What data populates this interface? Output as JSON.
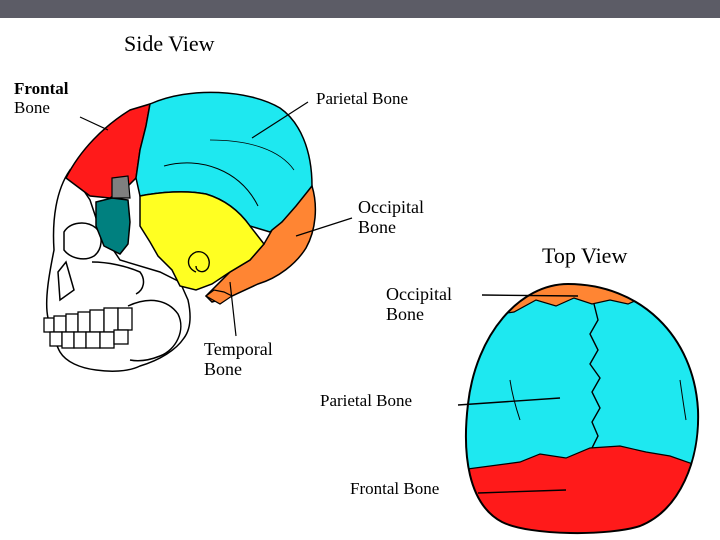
{
  "colors": {
    "frontal": "#ff1a1a",
    "parietal": "#1ee8f0",
    "occipital": "#ff8533",
    "temporal": "#ffff22",
    "sphenoid": "#00807f",
    "small_bone": "#7f7f7f",
    "top_bar": "#5c5c66"
  },
  "side_view": {
    "title": "Side View",
    "labels": {
      "frontal_1": "Frontal",
      "frontal_2": "Bone",
      "parietal": "Parietal Bone",
      "occipital_1": "Occipital",
      "occipital_2": "Bone",
      "temporal_1": "Temporal",
      "temporal_2": "Bone"
    }
  },
  "top_view": {
    "title": "Top View",
    "labels": {
      "occipital_1": "Occipital",
      "occipital_2": "Bone",
      "parietal": "Parietal Bone",
      "frontal": "Frontal Bone"
    }
  }
}
